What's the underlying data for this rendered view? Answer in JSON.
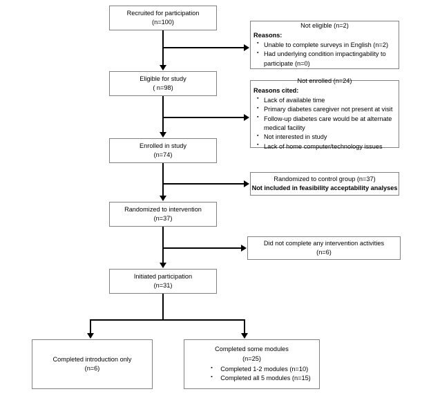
{
  "diagram": {
    "type": "CONSORT participant flow diagram",
    "nodes": {
      "recruited": {
        "line1": "Recruited for participation",
        "line2": "(n=100)"
      },
      "not_eligible": {
        "title": "Not eligible (n=2)",
        "reasons_label": "Reasons:",
        "bullets": [
          "Unable to complete surveys in English (n=2)",
          "Had underlying condition impactingability to participate (n=0)"
        ]
      },
      "eligible": {
        "line1": "Eligible for study",
        "line2": "( n=98)"
      },
      "not_enrolled": {
        "title": "Not enrolled (n=24)",
        "reasons_label": "Reasons cited:",
        "bullets": [
          "Lack of available time",
          "Primary diabetes caregiver not present at visit",
          "Follow-up diabetes care would be at alternate medical facility",
          "Not interested in study",
          "Lack of home computer/technology issues"
        ]
      },
      "enrolled": {
        "line1": "Enrolled in study",
        "line2": "(n=74)"
      },
      "control_group": {
        "line1": "Randomized to control group (n=37)",
        "line2": "Not included in feasibility acceptability analyses"
      },
      "randomized_intervention": {
        "line1": "Randomized to intervention",
        "line2": "(n=37)"
      },
      "did_not_complete": {
        "line1": "Did not complete any intervention activities",
        "line2": "(n=6)"
      },
      "initiated": {
        "line1": "Initiated participation",
        "line2": "(n=31)"
      },
      "intro_only": {
        "line1": "Completed introduction only",
        "line2": "(n=6)"
      },
      "some_modules": {
        "line1": "Completed some modules",
        "line2": "(n=25)",
        "bullets": [
          "Completed 1-2 modules (n=10)",
          "Completed all 5 modules (n=15)"
        ]
      }
    },
    "colors": {
      "box_border": "#808080",
      "connector": "#000000",
      "background": "#ffffff",
      "text": "#000000"
    }
  }
}
